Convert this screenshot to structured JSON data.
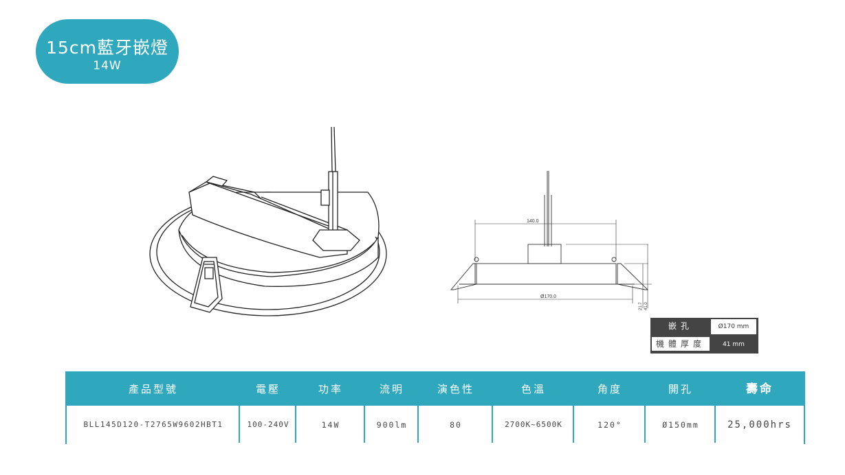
{
  "title": {
    "main": "15cm藍牙嵌燈",
    "sub": "14W"
  },
  "drawing": {
    "dim_width": "140.0",
    "dim_diameter": "Ø170.0",
    "dim_h1": "21.7",
    "dim_h2": "41.0"
  },
  "spec_box": {
    "cutout_label": "嵌孔",
    "cutout_value": "Ø170 mm",
    "thickness_label": "機體厚度",
    "thickness_value": "41 mm"
  },
  "table": {
    "headers": [
      "產品型號",
      "電壓",
      "功率",
      "流明",
      "演色性",
      "色溫",
      "角度",
      "開孔",
      "壽命"
    ],
    "row": [
      "BLL145D120-T2765W9602HBT1",
      "100-240V",
      "14W",
      "900lm",
      "80",
      "2700K~6500K",
      "120°",
      "Ø150mm",
      "25,000hrs"
    ]
  },
  "colors": {
    "accent": "#2fa8bd",
    "dark": "#444444"
  }
}
